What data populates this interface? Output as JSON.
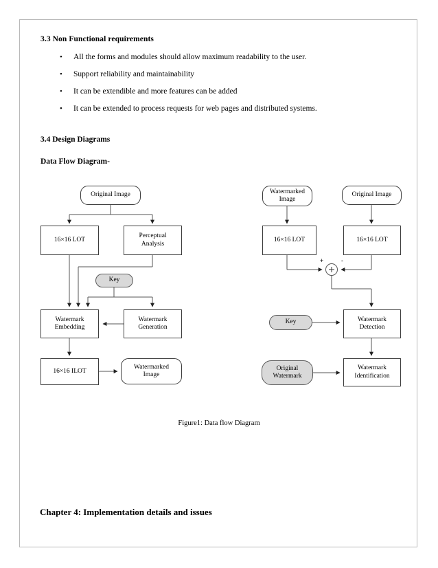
{
  "document": {
    "section_3_3": {
      "heading": "3.3 Non Functional requirements",
      "bullet_glyph": "•",
      "bullets": [
        "All the forms and modules should allow maximum readability to the user.",
        "Support reliability and maintainability",
        "It can be extendible and more features can be added",
        "It can be extended to process requests for web pages and distributed systems."
      ]
    },
    "section_3_4": {
      "heading": "3.4 Design Diagrams",
      "subheading": "Data Flow Diagram-"
    },
    "figure_caption": "Figure1: Data flow Diagram",
    "chapter_heading": "Chapter 4:  Implementation details and issues"
  },
  "diagram": {
    "left_flow": {
      "original_image": "Original Image",
      "lot": "16×16 LOT",
      "perceptual_analysis": "Perceptual\nAnalysis",
      "perceptual_analysis_line1": "Perceptual",
      "perceptual_analysis_line2": "Analysis",
      "key": "Key",
      "watermark_embedding_line1": "Watermark",
      "watermark_embedding_line2": "Embedding",
      "watermark_generation_line1": "Watermark",
      "watermark_generation_line2": "Generation",
      "ilot": "16×16 ILOT",
      "watermarked_image_line1": "Watermarked",
      "watermarked_image_line2": "Image"
    },
    "right_flow": {
      "watermarked_image_line1": "Watermarked",
      "watermarked_image_line2": "Image",
      "original_image": "Original Image",
      "lot_left": "16×16 LOT",
      "lot_right": "16×16 LOT",
      "sum_plus": "+",
      "sum_minus": "-",
      "sum_symbol": "+",
      "key": "Key",
      "original_watermark_line1": "Original",
      "original_watermark_line2": "Watermark",
      "watermark_detection_line1": "Watermark",
      "watermark_detection_line2": "Detection",
      "watermark_identification_line1": "Watermark",
      "watermark_identification_line2": "Identification"
    }
  },
  "colors": {
    "page_border": "#b8b8b8",
    "node_border": "#3d3d3d",
    "pill_fill": "#d9d9d9",
    "line": "#555555",
    "text": "#000000"
  }
}
